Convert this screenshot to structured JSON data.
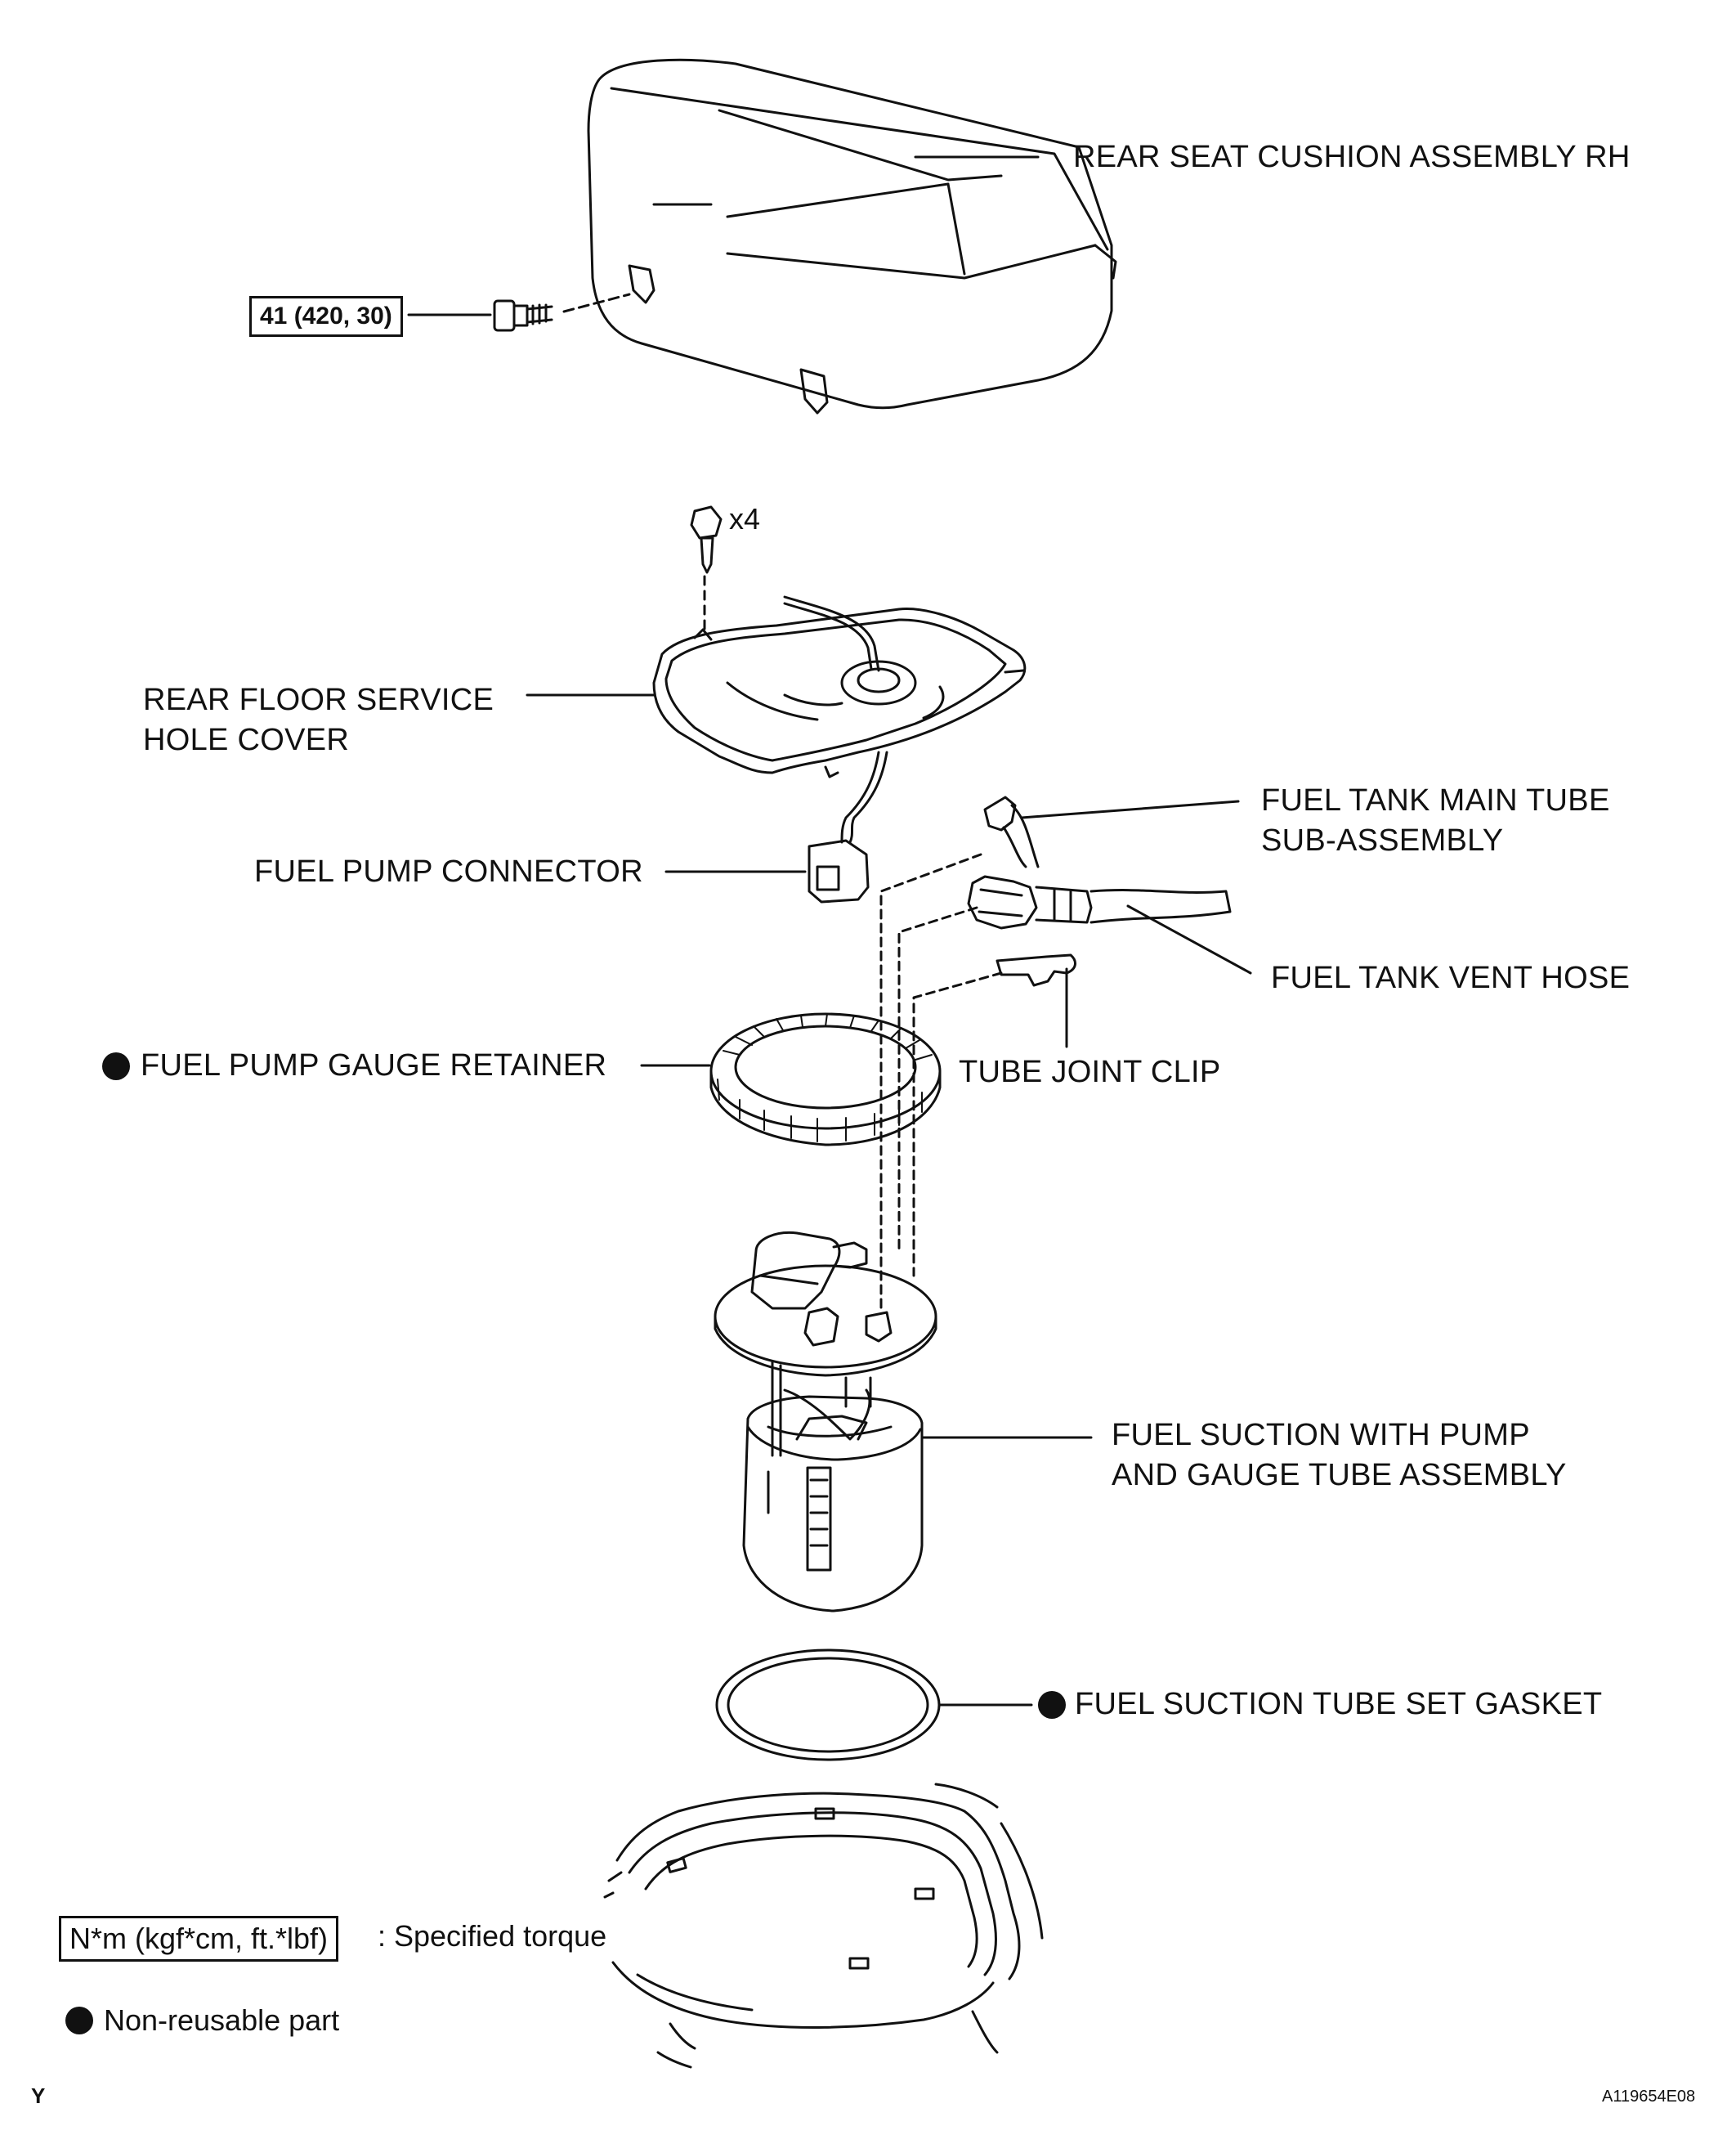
{
  "labels": {
    "rear_seat": "REAR SEAT CUSHION ASSEMBLY RH",
    "service_cover": "REAR FLOOR SERVICE\nHOLE COVER",
    "pump_connector": "FUEL PUMP CONNECTOR",
    "main_tube": "FUEL TANK MAIN TUBE\nSUB-ASSEMBLY",
    "vent_hose": "FUEL TANK VENT HOSE",
    "retainer": "FUEL PUMP GAUGE RETAINER",
    "tube_clip": "TUBE JOINT CLIP",
    "suction_assy": "FUEL SUCTION WITH PUMP\nAND GAUGE TUBE ASSEMBLY",
    "gasket": "FUEL SUCTION TUBE SET GASKET"
  },
  "torque_spec": "41 (420, 30)",
  "bolt_quantity": "x4",
  "legend": {
    "torque_box": "N*m (kgf*cm, ft.*lbf)",
    "torque_text": ": Specified torque",
    "nonreusable_text": "Non-reusable part"
  },
  "corner_mark": "Y",
  "figure_id": "A119654E08"
}
